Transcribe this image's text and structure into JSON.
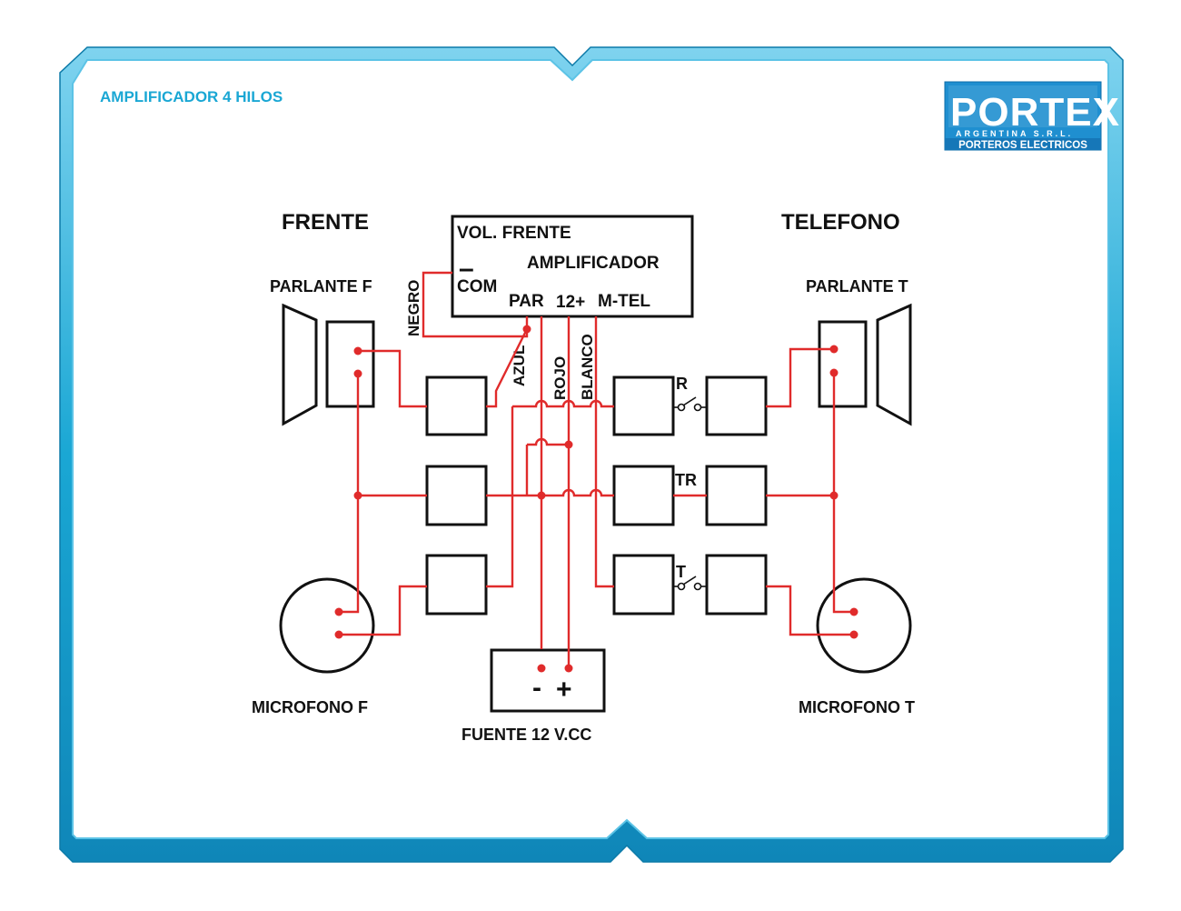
{
  "page": {
    "title": "AMPLIFICADOR 4 HILOS"
  },
  "logo": {
    "name": "PORTEX",
    "subline": "ARGENTINA S.R.L.",
    "band": "PORTEROS ELECTRICOS"
  },
  "headings": {
    "left": "FRENTE",
    "right": "TELEFONO"
  },
  "amplifier": {
    "vol_label": "VOL. FRENTE",
    "minus_mark": "–",
    "com_label": "COM",
    "name_label": "AMPLIFICADOR",
    "par_label": "PAR",
    "v12_label": "12+",
    "mtel_label": "M-TEL"
  },
  "wires": {
    "negro": "NEGRO",
    "azul": "AZUL",
    "rojo": "ROJO",
    "blanco": "BLANCO"
  },
  "components": {
    "speaker_front": "PARLANTE F",
    "speaker_phone": "PARLANTE T",
    "mic_front": "MICROFONO F",
    "mic_phone": "MICROFONO T",
    "power_supply": "FUENTE 12 V.CC",
    "power_minus": "-",
    "power_plus": "+"
  },
  "switches": {
    "r": "R",
    "tr": "TR",
    "t": "T"
  },
  "colors": {
    "frame_blue": "#1aa7d4",
    "wire_red": "#e02b2b",
    "logo_blue": "#1f8fd0"
  }
}
